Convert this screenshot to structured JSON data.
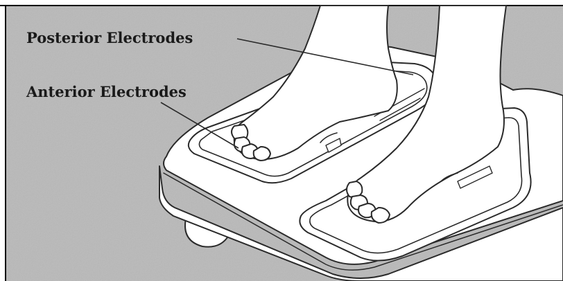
{
  "labels": {
    "posterior": "Posterior Electrodes",
    "anterior": "Anterior Electrodes"
  },
  "colors": {
    "background": "#b9b9b9",
    "scale_fill": "#ffffff",
    "line": "#2a2a2a",
    "frame": "#000000"
  },
  "icons": {
    "scale": "bathroom-scale",
    "feet": "bare-feet"
  }
}
